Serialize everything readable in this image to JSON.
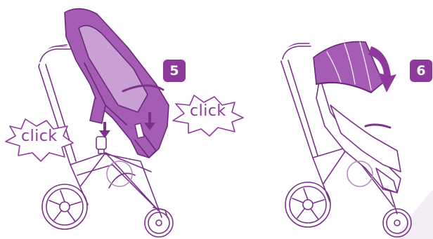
{
  "steps": [
    {
      "number": "5",
      "callouts": [
        "click",
        "click"
      ]
    },
    {
      "number": "6"
    }
  ],
  "colors": {
    "accent": "#8e3a9c",
    "seat_fill": "#a45cb5",
    "seat_light": "#c9a0d4",
    "line": "#7a3388"
  }
}
